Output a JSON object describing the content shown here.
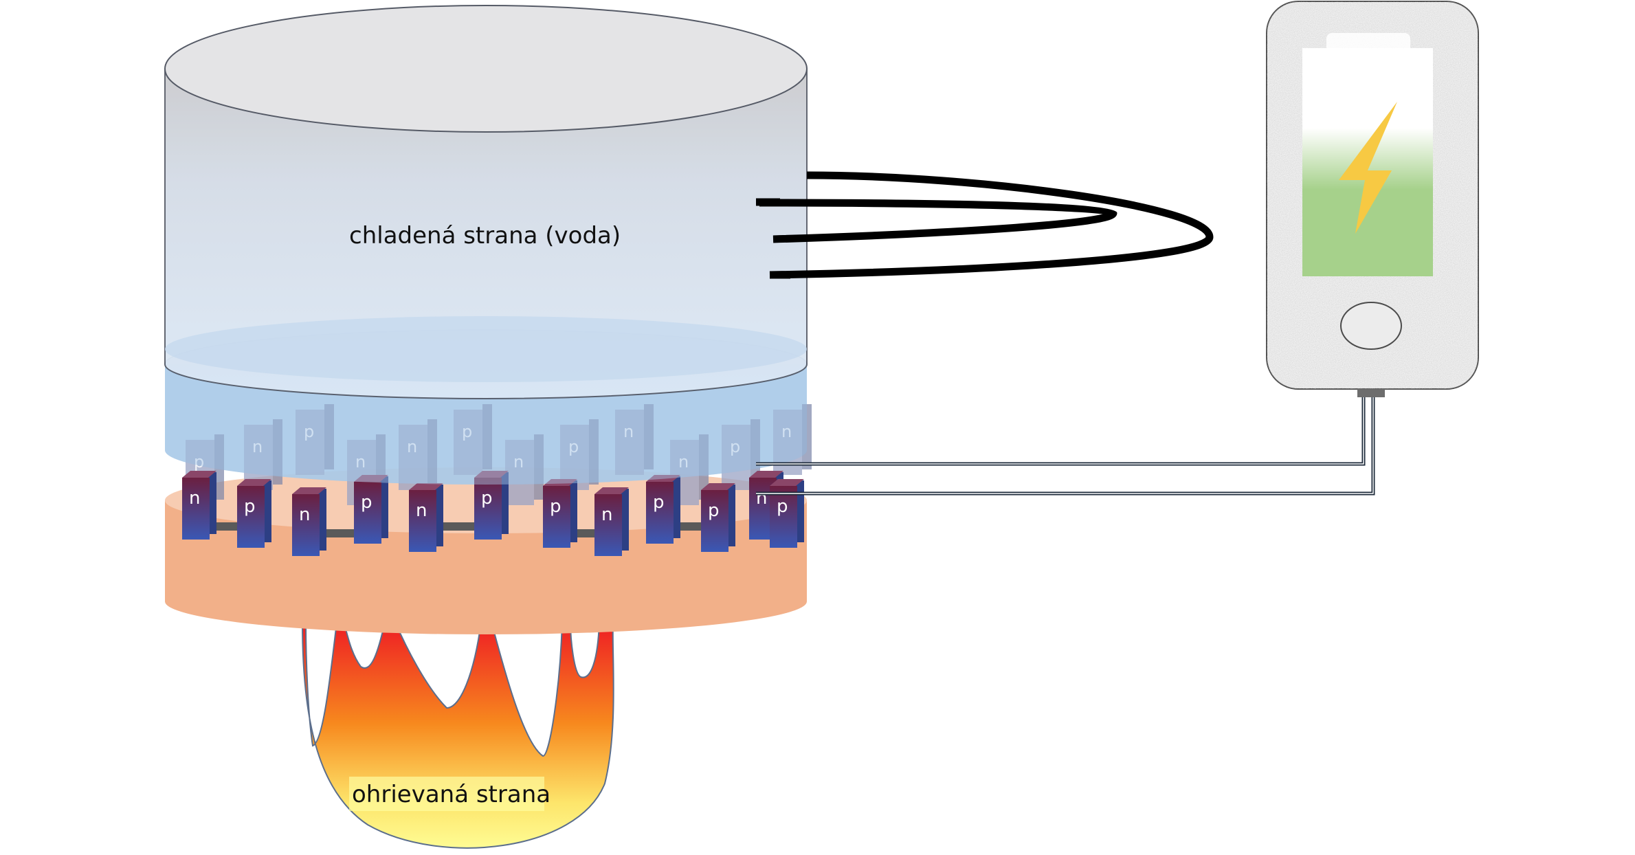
{
  "labels": {
    "cold_side": "chladená strana (voda)",
    "hot_side": "ohrievaná strana"
  },
  "thermocouple": {
    "front_legs": [
      "n",
      "p",
      "n",
      "p",
      "n",
      "p",
      "p",
      "n",
      "p",
      "p",
      "n",
      "p"
    ],
    "back_legs": [
      "p",
      "n",
      "p",
      "n",
      "n",
      "p",
      "n",
      "p",
      "n",
      "n",
      "p",
      "n"
    ],
    "colors": {
      "leg_top": "#6b1f40",
      "leg_bottom": "#3a58b5",
      "bridge": "#5a5a5a"
    }
  },
  "icons": {
    "phone": "smartphone-icon",
    "battery": "battery-charging-icon",
    "bolt": "lightning-bolt-icon",
    "flame": "flame-icon"
  },
  "colors": {
    "water": "#d2e2f3",
    "cold_plate": "#a9c9e8",
    "hot_plate": "#f2b089",
    "wire": "#000000",
    "cable": "#1d2a3a",
    "battery_green": "#a6d18b",
    "bolt": "#f7c943"
  }
}
